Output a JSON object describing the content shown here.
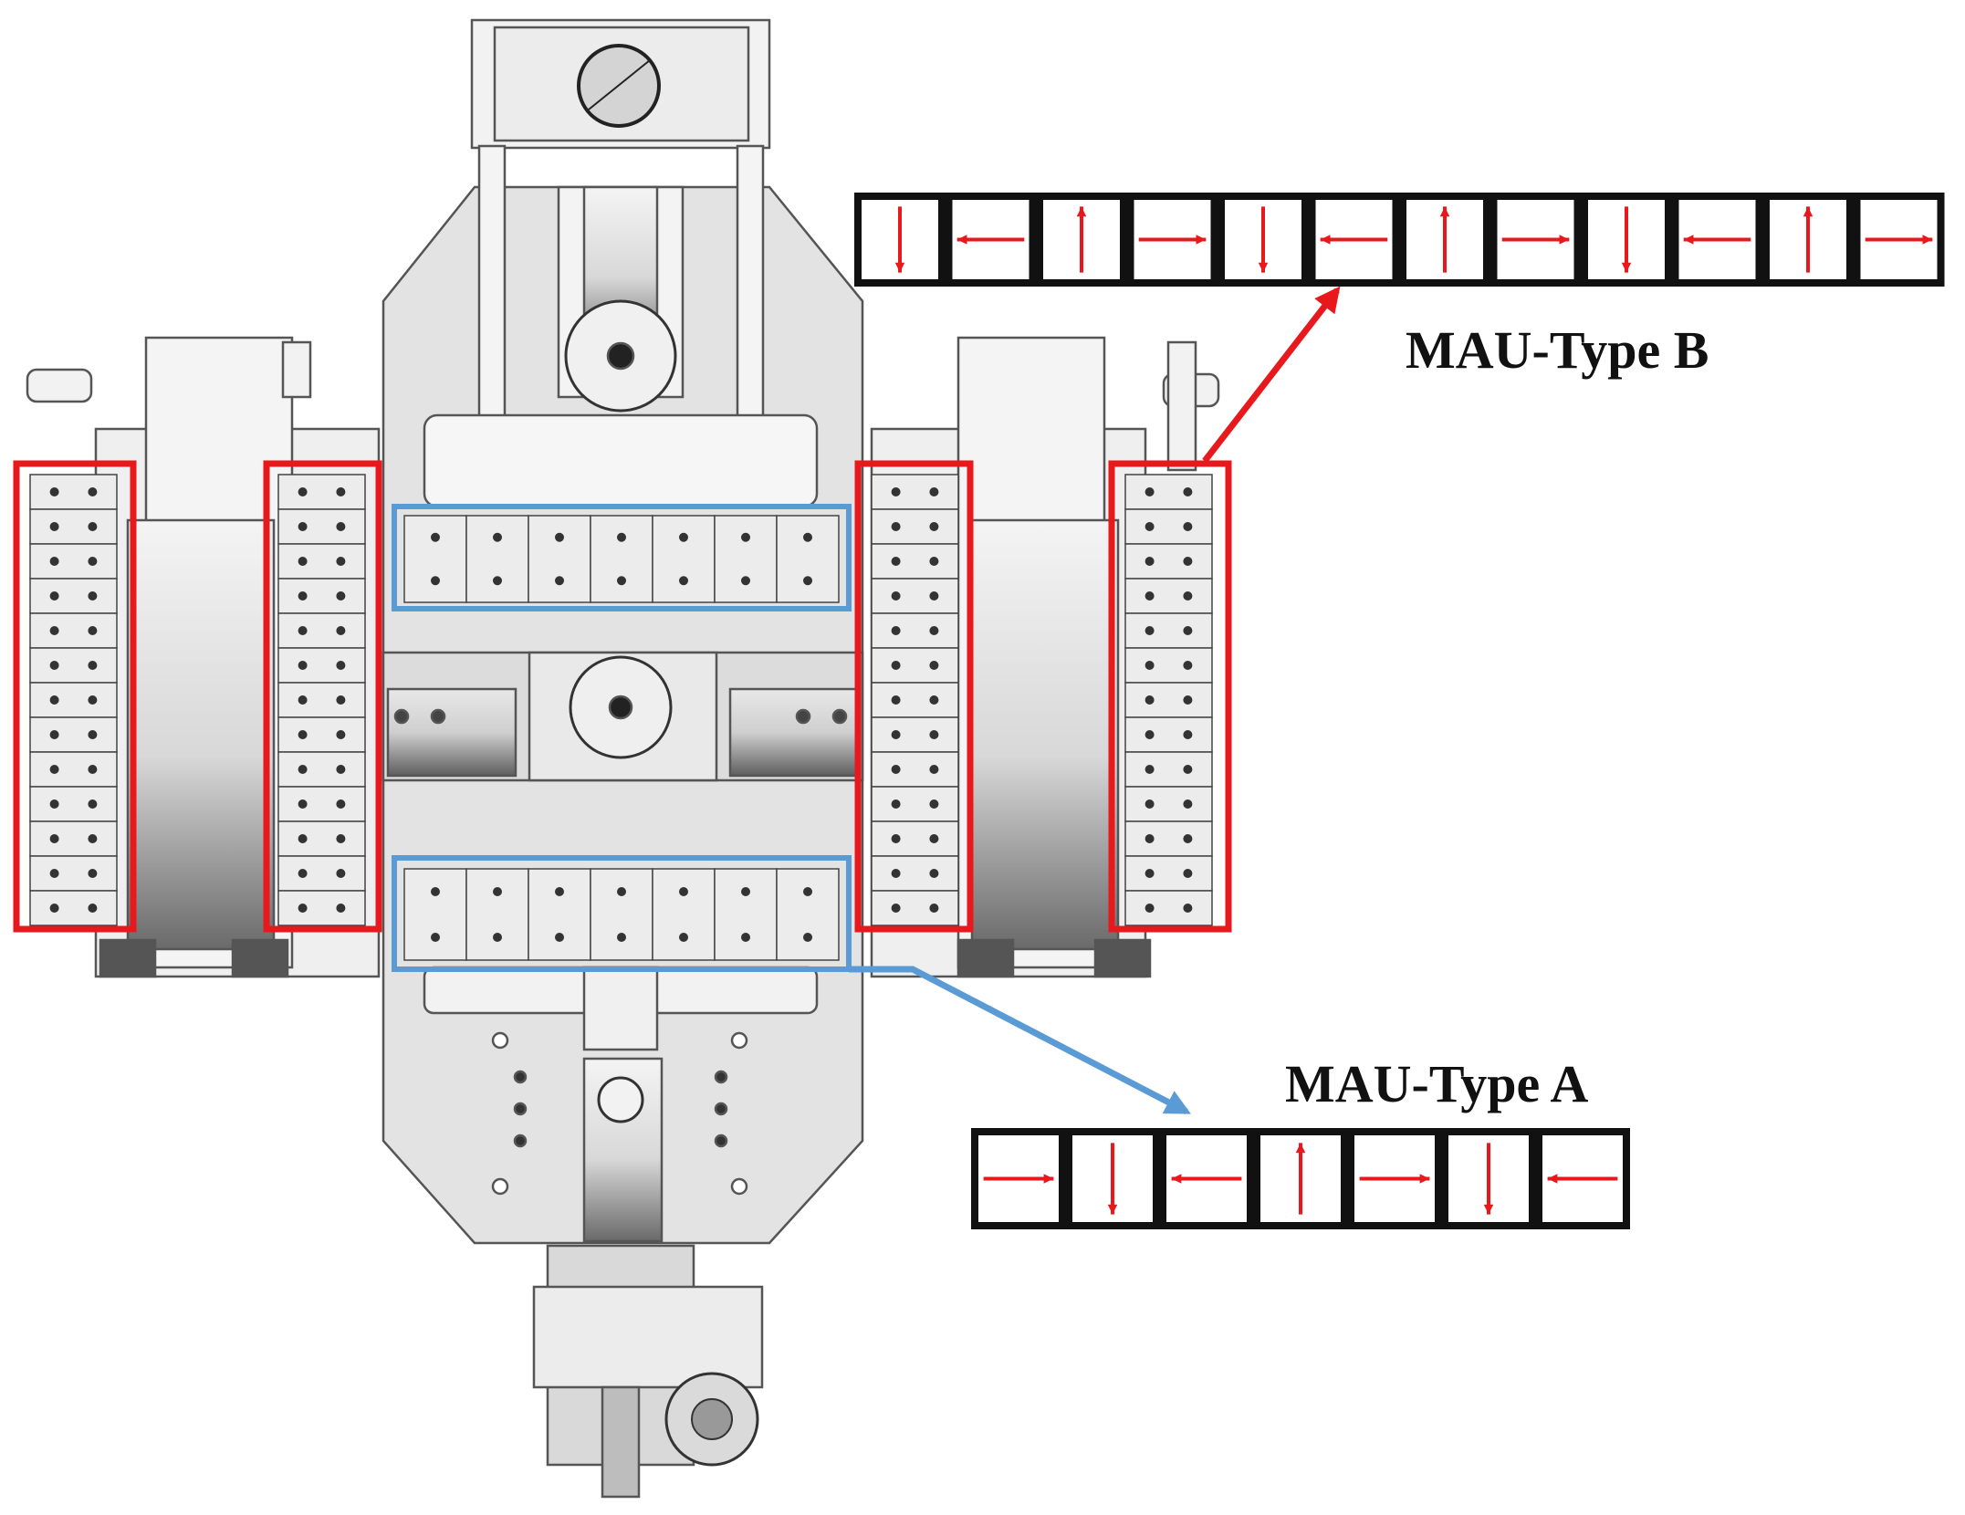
{
  "labels": {
    "type_b": "MAU-Type B",
    "type_a": "MAU-Type A"
  },
  "colors": {
    "highlight_b": "#e8191c",
    "highlight_a": "#5b9bd5",
    "arrow": "#e8191c",
    "cell_border": "#111111",
    "machine_fill": "#e6e6e6",
    "machine_stroke": "#555555"
  },
  "type_b_directions": [
    "down",
    "left",
    "up",
    "right",
    "down",
    "left",
    "up",
    "right",
    "down",
    "left",
    "up",
    "right"
  ],
  "type_a_directions": [
    "right",
    "down",
    "left",
    "up",
    "right",
    "down",
    "left"
  ]
}
